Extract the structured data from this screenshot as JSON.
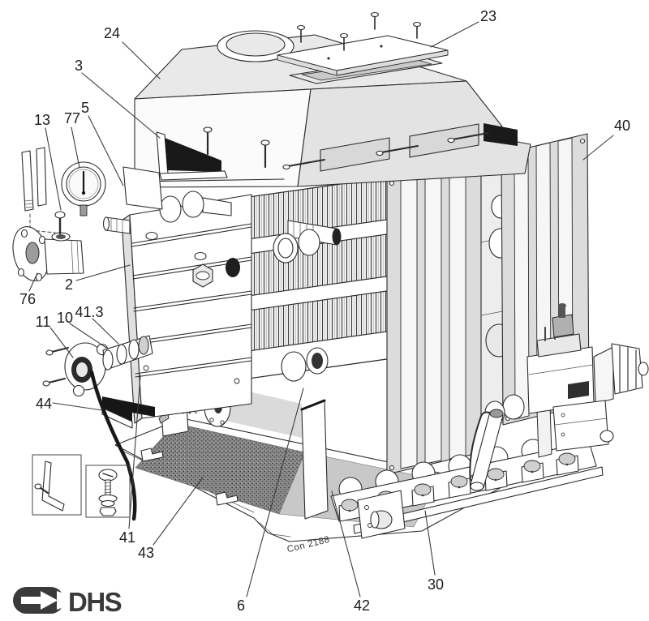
{
  "diagram": {
    "drawing_code": "Con 2188",
    "logo": {
      "text": "DHS"
    },
    "callouts": {
      "c2": {
        "label": "2"
      },
      "c3": {
        "label": "3"
      },
      "c5": {
        "label": "5"
      },
      "c6": {
        "label": "6"
      },
      "c10": {
        "label": "10"
      },
      "c11": {
        "label": "11"
      },
      "c13": {
        "label": "13"
      },
      "c23": {
        "label": "23"
      },
      "c24": {
        "label": "24"
      },
      "c30": {
        "label": "30"
      },
      "c40": {
        "label": "40"
      },
      "c41": {
        "label": "41"
      },
      "c41_3": {
        "label": "41.3"
      },
      "c42": {
        "label": "42"
      },
      "c43": {
        "label": "43"
      },
      "c44": {
        "label": "44"
      },
      "c76": {
        "label": "76"
      },
      "c77": {
        "label": "77"
      }
    },
    "colors": {
      "ink": "#2b2b2b",
      "paper": "#ffffff",
      "shade_light": "#e9e9e9",
      "shade_mid": "#cfcfcf",
      "stipple": "#8a8a8a",
      "black_fill": "#161616",
      "logo": "#3a3a3a"
    }
  }
}
